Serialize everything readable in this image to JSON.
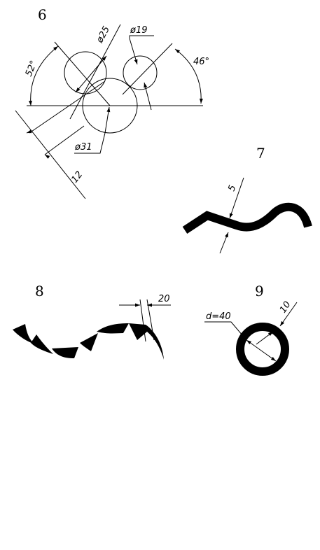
{
  "colors": {
    "ink": "#000000",
    "paper": "#ffffff"
  },
  "figures": [
    {
      "number": "6",
      "labels": {
        "angle_left": "52°",
        "dia_top_left": "ø25",
        "dia_top_right": "ø19",
        "angle_right": "46°",
        "dia_bottom": "ø31",
        "offset": "12"
      }
    },
    {
      "number": "7",
      "labels": {
        "width": "5"
      }
    },
    {
      "number": "8",
      "labels": {
        "width": "20"
      }
    },
    {
      "number": "9",
      "labels": {
        "diameter": "d=40",
        "width": "10"
      }
    }
  ]
}
